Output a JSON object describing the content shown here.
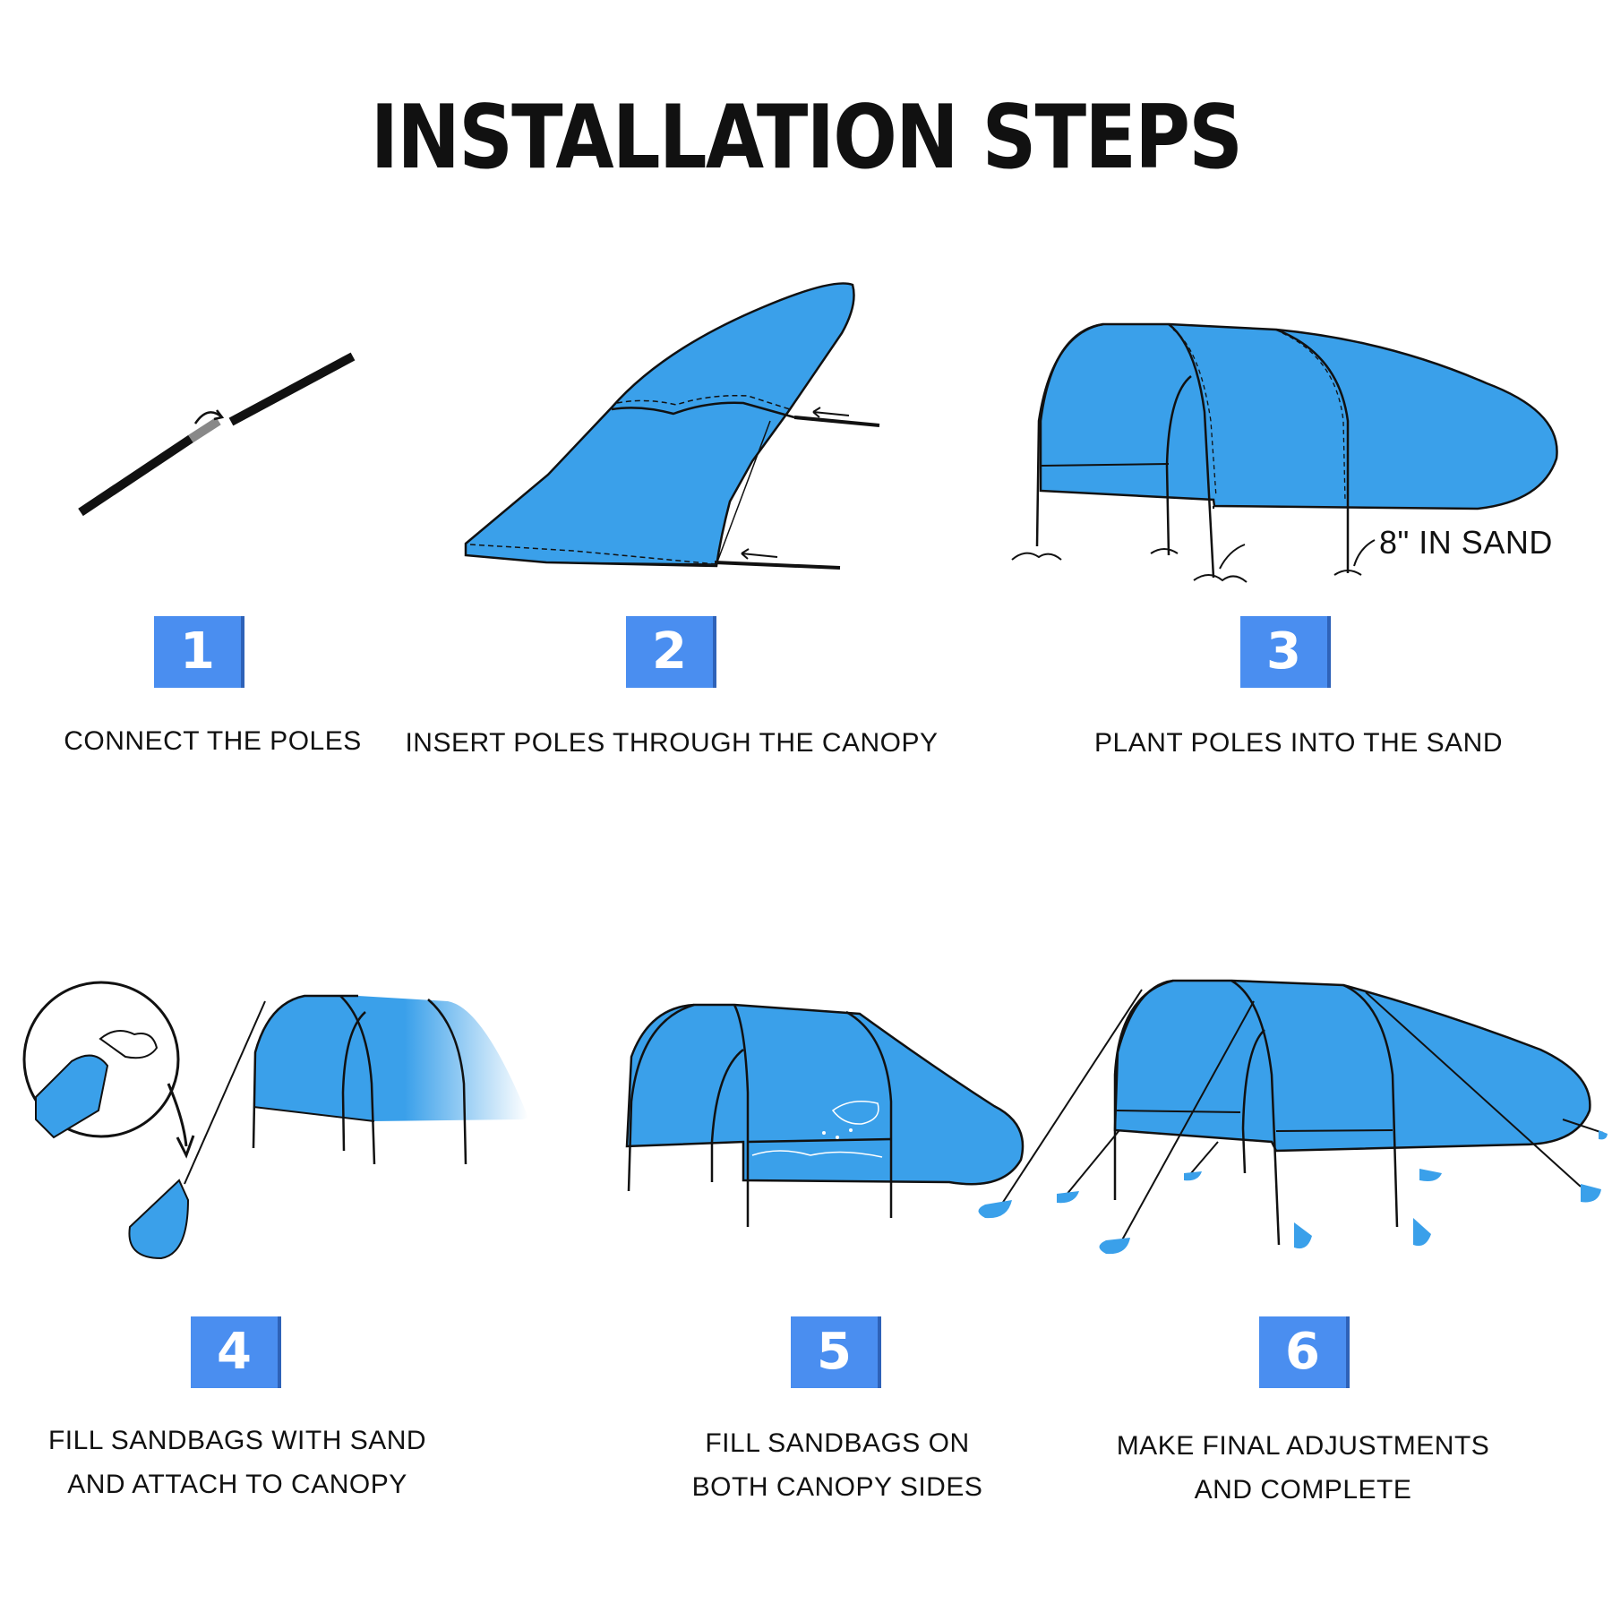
{
  "title": "INSTALLATION STEPS",
  "step3_annotation": "8\" IN SAND",
  "colors": {
    "canopy": "#3aa0ea",
    "badge": "#4a8ef0",
    "badge_shadow": "#2e62b8",
    "outline": "#111111"
  },
  "steps": [
    {
      "number": "1",
      "lines": [
        "CONNECT THE POLES"
      ]
    },
    {
      "number": "2",
      "lines": [
        "INSERT POLES THROUGH THE CANOPY"
      ]
    },
    {
      "number": "3",
      "lines": [
        "PLANT POLES INTO THE SAND"
      ]
    },
    {
      "number": "4",
      "lines": [
        "FILL SANDBAGS WITH SAND",
        "AND ATTACH TO CANOPY"
      ]
    },
    {
      "number": "5",
      "lines": [
        "FILL SANDBAGS ON",
        "BOTH CANOPY SIDES"
      ]
    },
    {
      "number": "6",
      "lines": [
        "MAKE FINAL ADJUSTMENTS",
        "AND COMPLETE"
      ]
    }
  ]
}
